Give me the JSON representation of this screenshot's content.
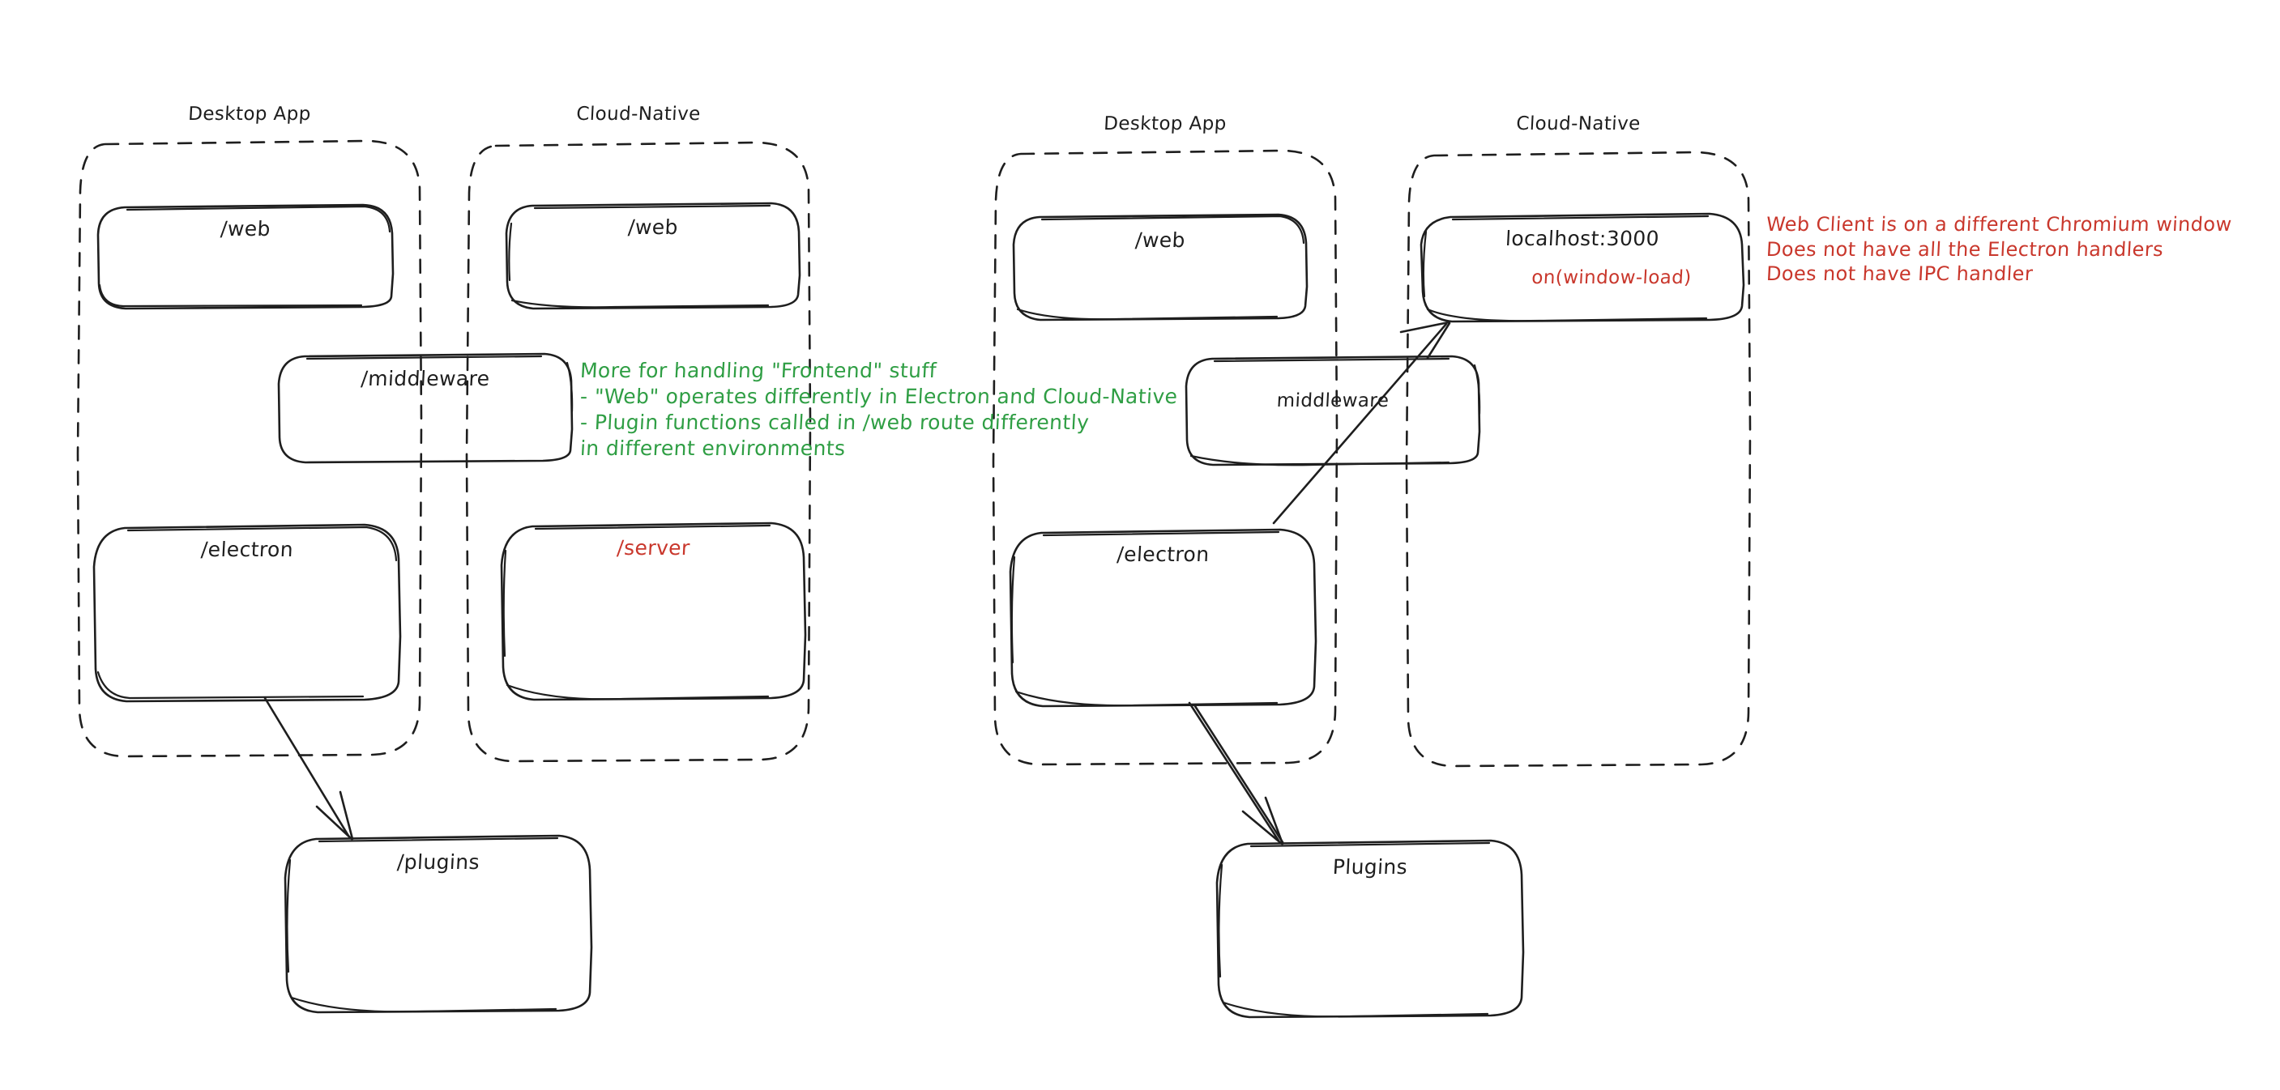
{
  "diagram": {
    "title": "Electron Desktop App vs Cloud-Native architecture comparison",
    "style": "hand-drawn sketch (excalidraw)",
    "colors": {
      "stroke": "#1e1e1e",
      "green_note": "#2f9e44",
      "red_note": "#c9372c",
      "background": "#ffffff"
    }
  },
  "left_diagram": {
    "groups": [
      {
        "id": "left-desktop",
        "title": "Desktop App"
      },
      {
        "id": "left-cloud",
        "title": "Cloud-Native"
      }
    ],
    "boxes": [
      {
        "id": "left-desktop-web",
        "label": "/web",
        "color": "black"
      },
      {
        "id": "left-cloud-web",
        "label": "/web",
        "color": "black"
      },
      {
        "id": "left-middleware",
        "label": "/middleware",
        "color": "black"
      },
      {
        "id": "left-electron",
        "label": "/electron",
        "color": "black"
      },
      {
        "id": "left-server",
        "label": "/server",
        "color": "red"
      },
      {
        "id": "left-plugins",
        "label": "/plugins",
        "color": "black"
      }
    ],
    "note_green": [
      "More for handling \"Frontend\" stuff",
      "- \"Web\" operates differently in Electron and Cloud-Native",
      "- Plugin functions called in /web route differently",
      "in different environments"
    ]
  },
  "right_diagram": {
    "groups": [
      {
        "id": "right-desktop",
        "title": "Desktop App"
      },
      {
        "id": "right-cloud",
        "title": "Cloud-Native"
      }
    ],
    "boxes": [
      {
        "id": "right-desktop-web",
        "label": "/web",
        "color": "black"
      },
      {
        "id": "right-localhost",
        "label": "localhost:3000",
        "sublabel": "on(window-load)",
        "color": "black",
        "sublabel_color": "red"
      },
      {
        "id": "right-middleware",
        "label": "middleware",
        "color": "black"
      },
      {
        "id": "right-electron",
        "label": "/electron",
        "color": "black"
      },
      {
        "id": "right-plugins",
        "label": "Plugins",
        "color": "black"
      }
    ],
    "note_red": [
      "Web Client is on a different Chromium window",
      "Does not have all the Electron handlers",
      "Does not have IPC handler"
    ]
  }
}
